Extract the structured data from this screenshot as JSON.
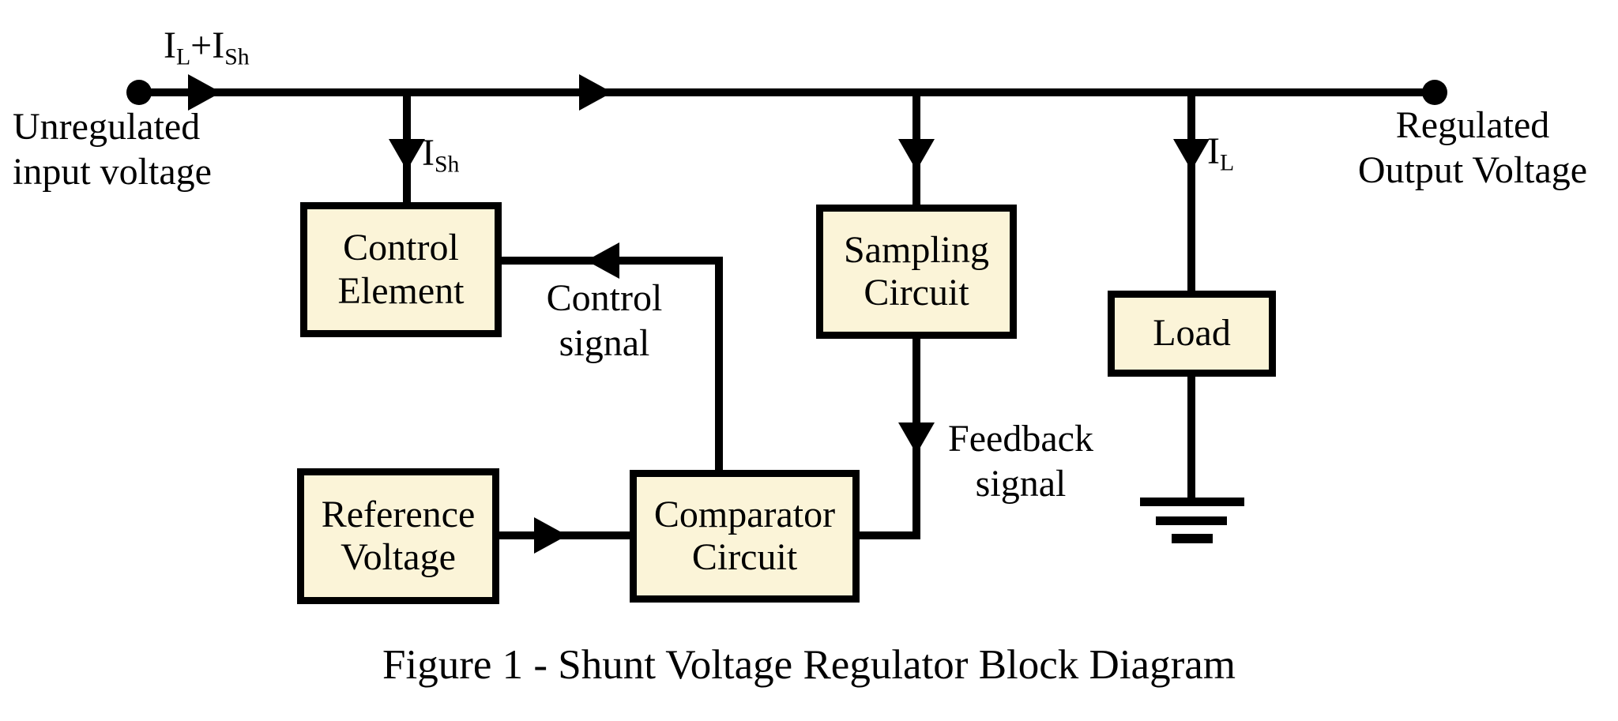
{
  "figure": {
    "caption": "Figure 1 - Shunt Voltage Regulator Block Diagram"
  },
  "colors": {
    "box_fill": "#FBF4D8",
    "line": "#000000",
    "text": "#000000",
    "background": "#FFFFFF"
  },
  "blocks": {
    "control_element": {
      "line1": "Control",
      "line2": "Element"
    },
    "sampling_circuit": {
      "line1": "Sampling",
      "line2": "Circuit"
    },
    "load": {
      "line1": "Load"
    },
    "reference_voltage": {
      "line1": "Reference",
      "line2": "Voltage"
    },
    "comparator_circuit": {
      "line1": "Comparator",
      "line2": "Circuit"
    }
  },
  "labels": {
    "input_terminal": {
      "line1": "Unregulated",
      "line2": "input voltage"
    },
    "output_terminal": {
      "line1": "Regulated",
      "line2": "Output Voltage"
    },
    "bus_current": {
      "base1": "I",
      "sub1": "L",
      "op": "+",
      "base2": "I",
      "sub2": "Sh"
    },
    "shunt_current": {
      "base": "I",
      "sub": "Sh"
    },
    "load_current": {
      "base": "I",
      "sub": "L"
    },
    "control_signal": {
      "line1": "Control",
      "line2": "signal"
    },
    "feedback_signal": {
      "line1": "Feedback",
      "line2": "signal"
    }
  }
}
